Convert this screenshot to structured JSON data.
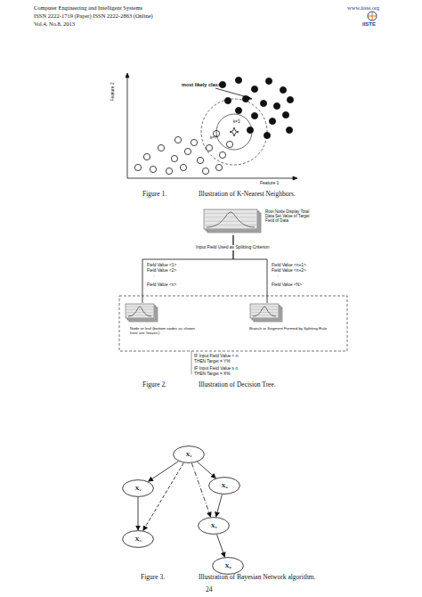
{
  "diagram": {
    "nodes": [
      {
        "text": [
          "Root Node Display Total Data Set Value of Target Field of Data"
        ]
      },
      {
        "text": [
          "Node or leaf (bottom nodes as shown here are 'leaves')"
        ]
      },
      {
        "text": [
          "Branch or Segment Formed by Splitting Rule"
        ]
      },
      {
        "text": [
          "X₁"
        ]
      },
      {
        "text": [
          "X₂"
        ]
      },
      {
        "text": [
          "X₄"
        ]
      },
      {
        "text": [
          "X₃"
        ]
      },
      {
        "text": [
          "X₅"
        ]
      },
      {
        "text": [
          "X₆"
        ]
      }
    ],
    "edges": [
      {
        "from": 0,
        "to": 1,
        "arrow": "none"
      },
      {
        "from": 0,
        "to": 2,
        "arrow": "none"
      },
      {
        "from": 3,
        "to": 4,
        "arrow": "to"
      },
      {
        "from": 3,
        "to": 5,
        "arrow": "to"
      },
      {
        "from": 3,
        "to": 6,
        "arrow": "to"
      },
      {
        "from": 3,
        "to": 7,
        "arrow": "to"
      },
      {
        "from": 4,
        "to": 6,
        "arrow": "to"
      },
      {
        "from": 5,
        "to": 7,
        "arrow": "to"
      },
      {
        "from": 7,
        "to": 8,
        "arrow": "to"
      }
    ],
    "labels": [
      "Computer Engineering and Intelligent Systems",
      "www.iiste.org",
      "ISSN 2222-1719 (Paper) ISSN 2222-2863 (Online)",
      "Vol.4, No.8, 2013",
      "IISTE",
      "most likely class",
      "Feature 2",
      "Feature 1",
      "k=3",
      "k=7",
      "Figure 1.",
      "Illustration of K-Nearest Neighbors.",
      "Input Field Used as Splitting Criterion",
      "Field Value <1>",
      "Field Value <2>",
      ":",
      "Field Value <n>",
      "Field Value <n+1>",
      "Field Value <n+2>",
      ":",
      "Field Value <N>",
      "IF Input Field Value < n THEN Target = Y%",
      "IF Input Field Value ≥ n THEN Target = X%",
      "Figure 2.",
      "Illustration of Decision Tree.",
      "Figure 3.",
      "Illustration of Bayesian Network algorithm.",
      "24"
    ]
  }
}
